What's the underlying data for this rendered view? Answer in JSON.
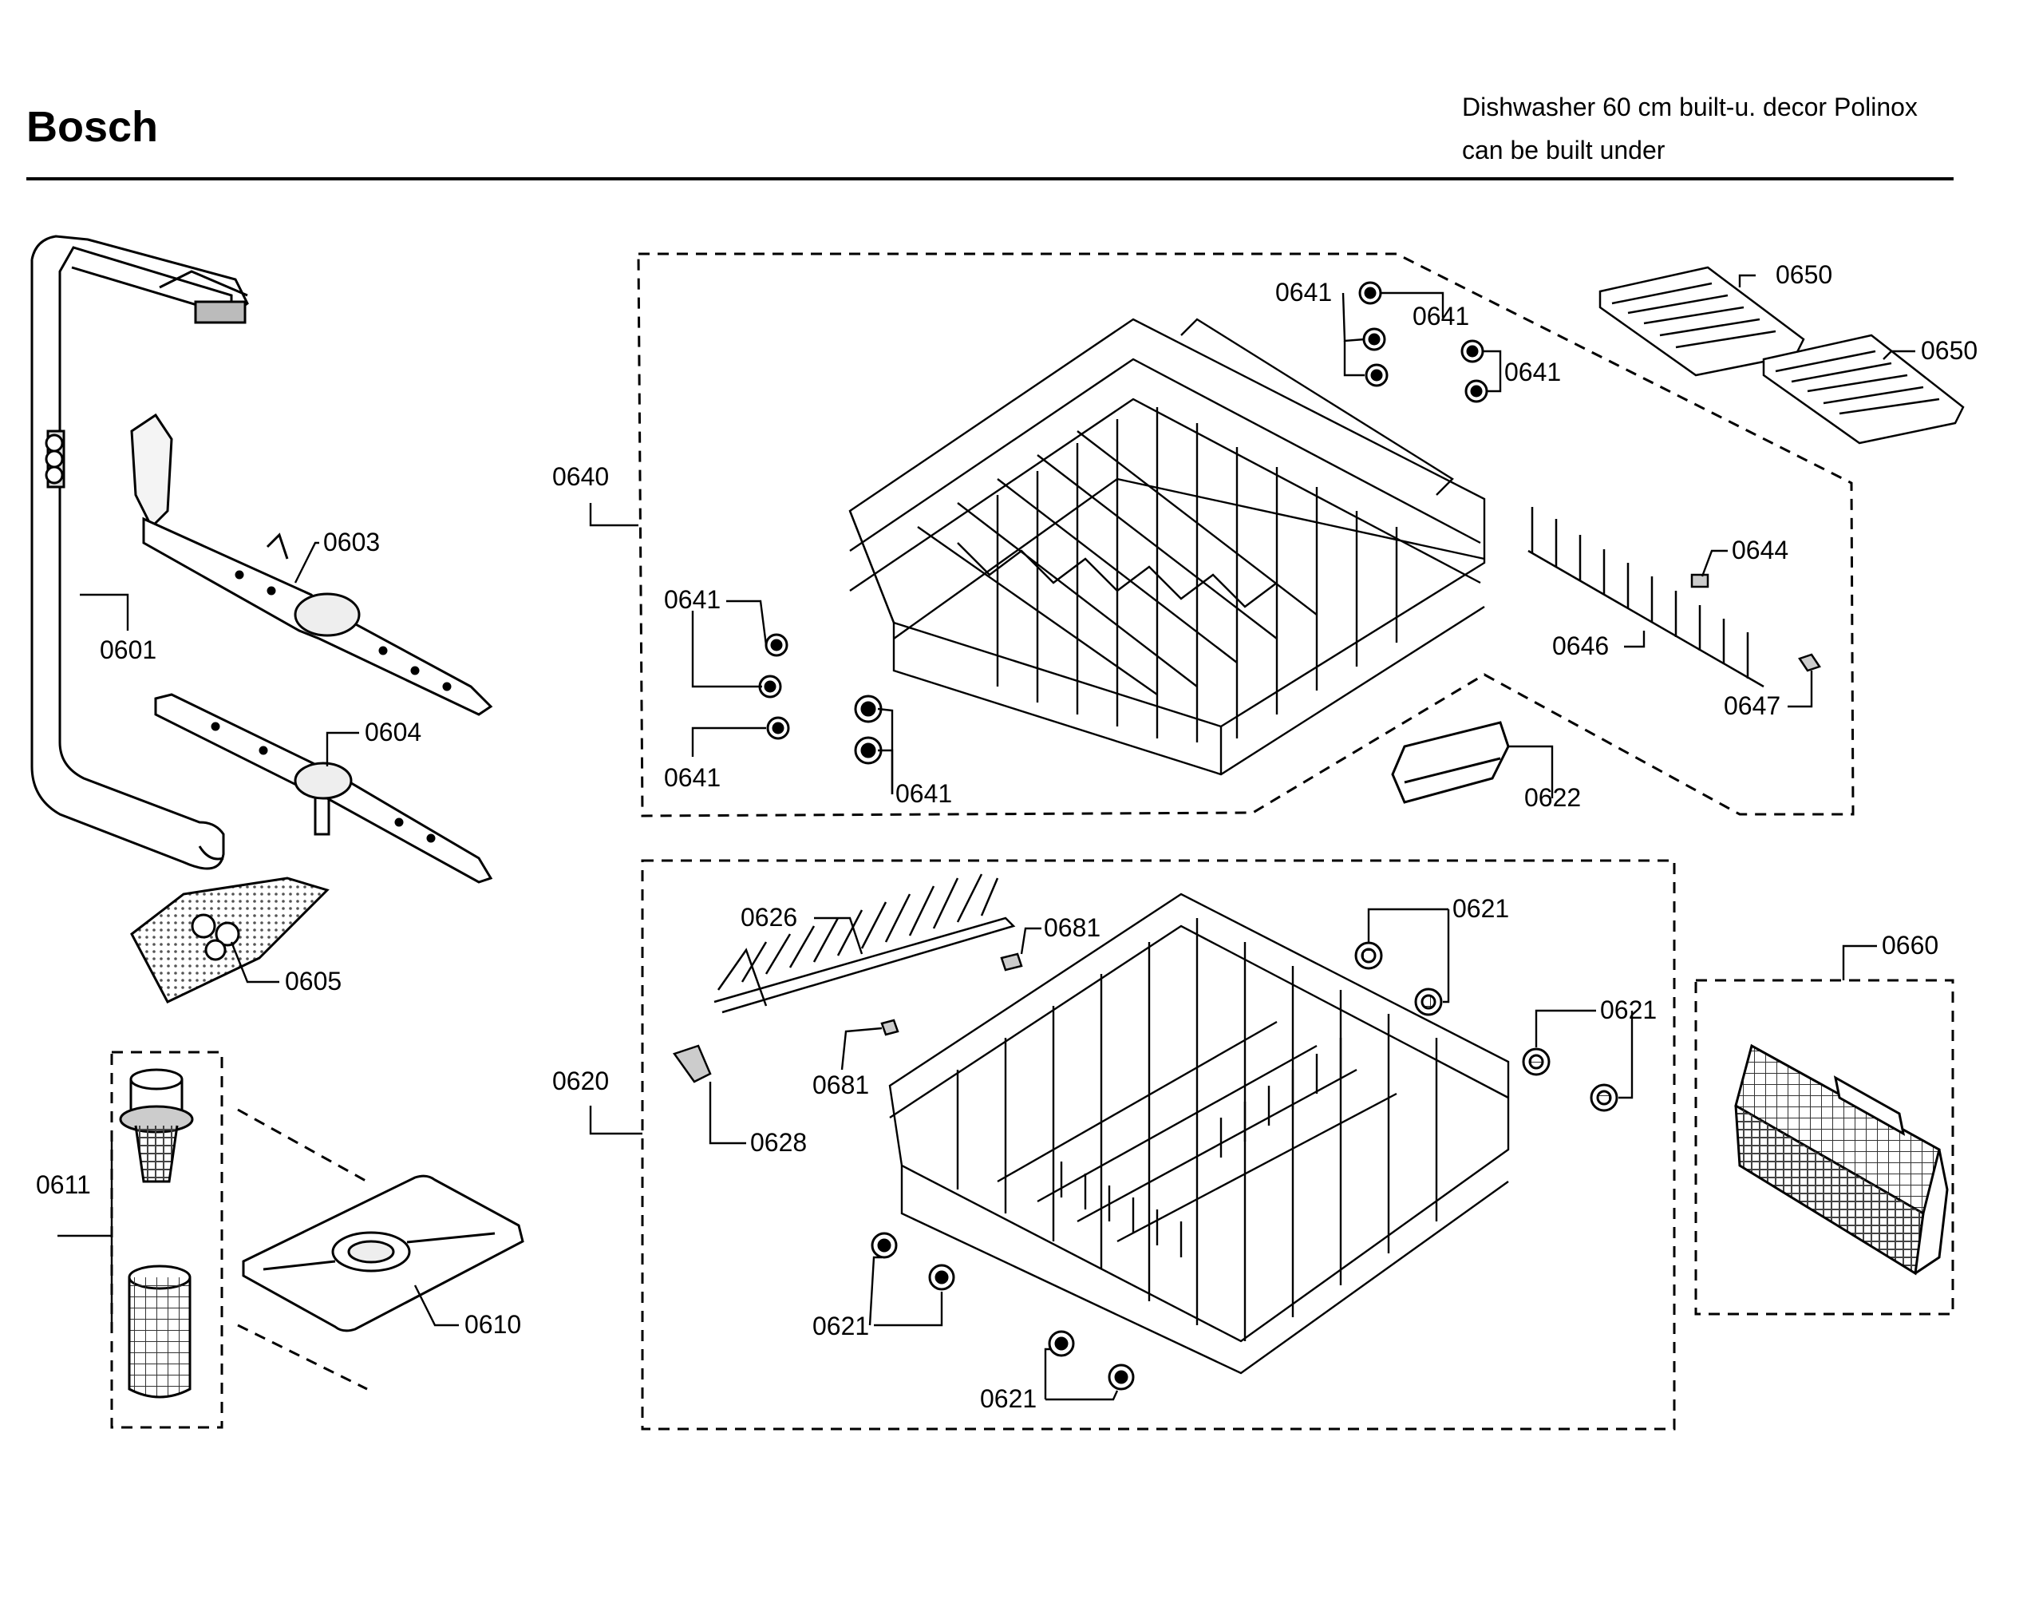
{
  "header": {
    "brand": "Bosch",
    "description_line1": "Dishwasher 60 cm built-u. decor Polinox",
    "description_line2": "can be built under"
  },
  "callouts": {
    "c0601": "0601",
    "c0603": "0603",
    "c0604": "0604",
    "c0605": "0605",
    "c0610": "0610",
    "c0611": "0611",
    "c0620": "0620",
    "c0621_a": "0621",
    "c0621_b": "0621",
    "c0621_c": "0621",
    "c0621_d": "0621",
    "c0622": "0622",
    "c0626": "0626",
    "c0628": "0628",
    "c0640": "0640",
    "c0641_a": "0641",
    "c0641_b": "0641",
    "c0641_c": "0641",
    "c0641_d": "0641",
    "c0641_e": "0641",
    "c0641_f": "0641",
    "c0644": "0644",
    "c0646": "0646",
    "c0647": "0647",
    "c0650_a": "0650",
    "c0650_b": "0650",
    "c0660": "0660",
    "c0681_a": "0681",
    "c0681_b": "0681"
  }
}
